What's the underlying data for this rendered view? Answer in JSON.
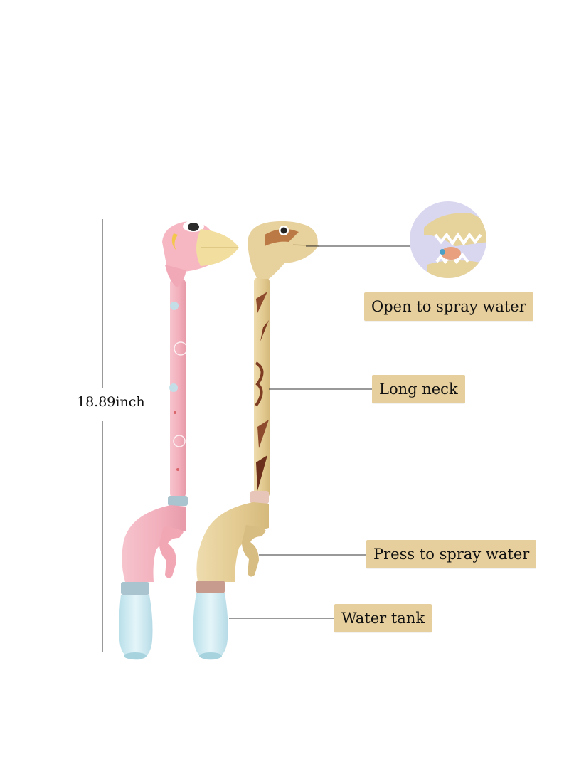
{
  "dimension": {
    "height_label": "18.89inch"
  },
  "callouts": {
    "open": "Open to spray water",
    "neck": "Long neck",
    "press": "Press to spray water",
    "tank": "Water tank"
  },
  "colors": {
    "label_bg": "#e6cf9c",
    "pink_body": "#f4b4c0",
    "dino_body": "#e5cf98",
    "tank": "#cbeaf1",
    "beak": "#f2dfa0"
  }
}
